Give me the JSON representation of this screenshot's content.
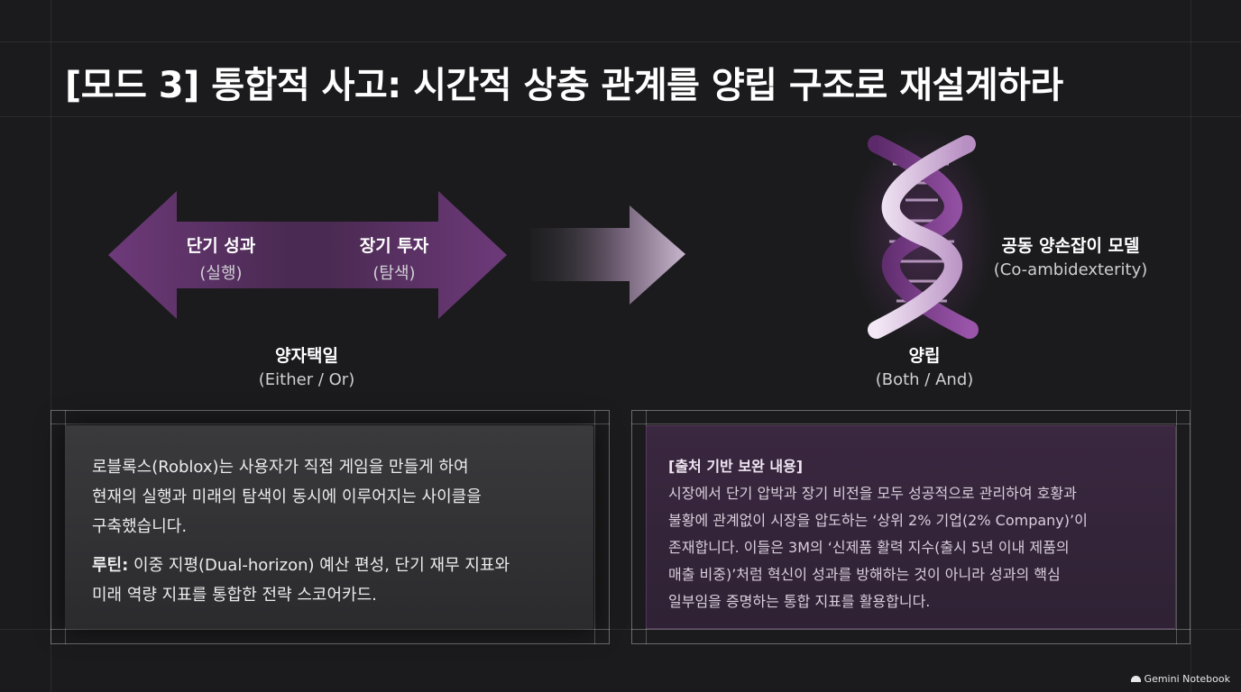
{
  "title": "[모드 3] 통합적 사고: 시간적 상충 관계를 양립 구조로 재설계하라",
  "left_arrow": {
    "short_term": {
      "main": "단기 성과",
      "sub": "(실행)"
    },
    "long_term": {
      "main": "장기 투자",
      "sub": "(탐색)"
    },
    "caption": {
      "main": "양자택일",
      "sub": "(Either / Or)"
    }
  },
  "right_side": {
    "model": {
      "main": "공동 양손잡이 모델",
      "sub": "(Co-ambidexterity)"
    },
    "caption": {
      "main": "양립",
      "sub": "(Both / And)"
    }
  },
  "panel_left": {
    "para1": [
      "로블록스(Roblox)는 사용자가 직접 게임을 만들게 하여",
      "현재의 실행과 미래의 탐색이 동시에 이루어지는 사이클을",
      "구축했습니다."
    ],
    "para2_label": "루틴:",
    "para2": [
      " 이중 지평(Dual-horizon) 예산 편성, 단기 재무 지표와",
      "미래 역량 지표를 통합한 전략 스코어카드."
    ]
  },
  "panel_right": {
    "heading": "[출처 기반 보완 내용]",
    "lines": [
      "시장에서 단기 압박과 장기 비전을 모두 성공적으로 관리하여 호황과",
      "불황에 관계없이 시장을 압도하는 ‘상위 2% 기업(2% Company)’이",
      "존재합니다. 이들은 3M의 ‘신제품 활력 지수(출시 5년 이내 제품의",
      "매출 비중)’처럼 혁신이 성과를 방해하는 것이 아니라 성과의 핵심",
      "일부임을 증명하는 통합 지표를 활용합니다."
    ]
  },
  "footer": {
    "brand": "Gemini Notebook"
  },
  "colors": {
    "accent_purple": "#7a3d86",
    "background": "#1b1b1d"
  }
}
